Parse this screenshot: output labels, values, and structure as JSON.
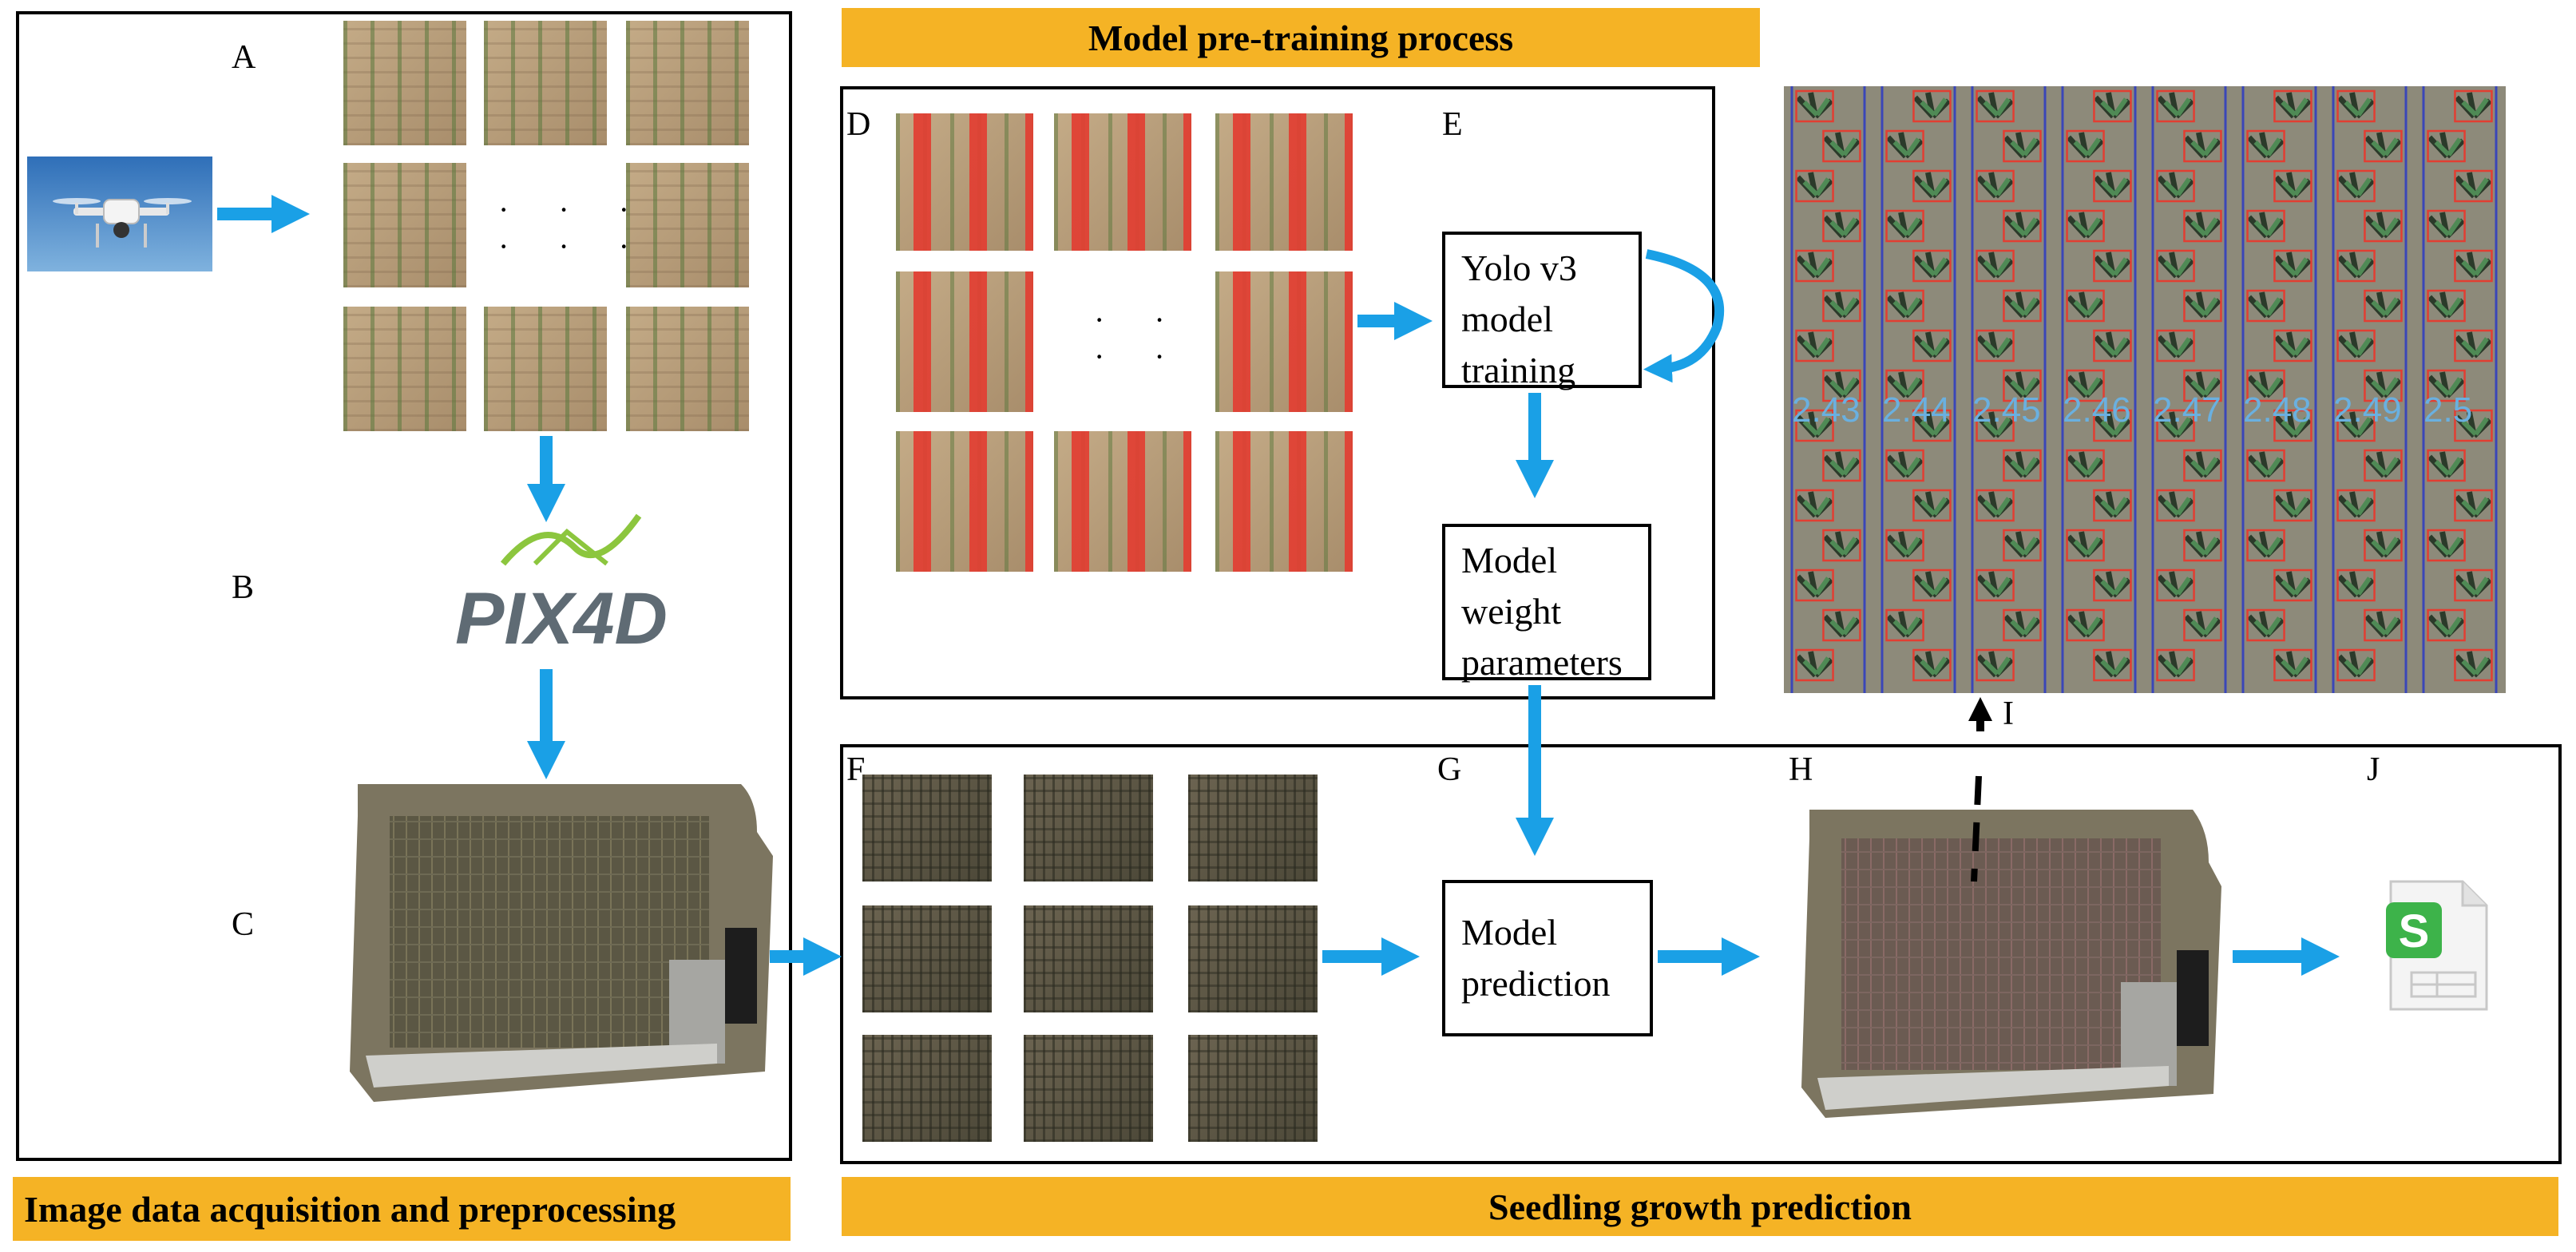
{
  "banners": {
    "pretrain": "Model pre-training process",
    "acquisition": "Image data acquisition and preprocessing",
    "prediction": "Seedling growth prediction"
  },
  "letters": {
    "a": "A",
    "b": "B",
    "c": "C",
    "d": "D",
    "e": "E",
    "f": "F",
    "g": "G",
    "h": "H",
    "i": "I",
    "j": "J"
  },
  "boxes": {
    "yolo": "Yolo v3 model training",
    "weights": "Model weight parameters",
    "predict": "Model prediction"
  },
  "logo": {
    "pix4d": "PIX4D"
  },
  "dots": "· · ·",
  "detection_labels": [
    "2.43",
    "2.44",
    "2.45",
    "2.46",
    "2.47",
    "2.48",
    "2.49",
    "2.5"
  ],
  "colors": {
    "banner": "#f5b325",
    "arrow": "#1aa0e6",
    "detection_box": "#e23e32",
    "row_line": "#3a46b8",
    "label": "#6ab0e0"
  },
  "icons": [
    "drone-icon",
    "pix4d-logo-icon",
    "spreadsheet-icon"
  ]
}
